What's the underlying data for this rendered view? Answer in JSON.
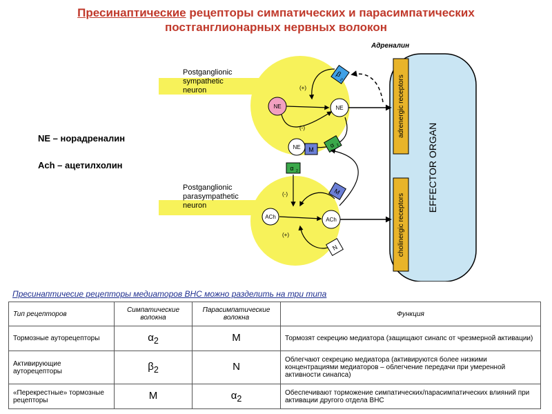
{
  "title": {
    "underlined": "Пресинаптические",
    "rest_line1": " рецепторы симпатических и парасимпатических",
    "line2": "постганглионарных нервных волокон"
  },
  "legend": {
    "ne": "NE – норадреналин",
    "ach": "Ach – ацетилхолин"
  },
  "diagram": {
    "adrenalin": "Адреналин",
    "sym_neuron": [
      "Postganglionic",
      "sympathetic",
      "neuron"
    ],
    "para_neuron": [
      "Postganglionic",
      "parasympathetic",
      "neuron"
    ],
    "adrenergic": "adrenergic receptors",
    "cholinergic": "cholinergic receptors",
    "organ": "EFFECTOR ORGAN",
    "ne": "NE",
    "ach": "ACh",
    "m": "M",
    "n": "N",
    "beta2": "β",
    "alpha2": "α",
    "sub2": "2",
    "plus": "(+)",
    "minus": "(-)"
  },
  "subtitle": "Пресинаптичесие рецепторы медиаторов ВНС  можно разделить на три типа",
  "table": {
    "headers": [
      "Тип рецепторов",
      "Симпатические волокна",
      "Парасимпатические волокна",
      "Функция"
    ],
    "rows": [
      {
        "type": "Тормозные ауторецепторы",
        "symp": "α",
        "symp_sub": "2",
        "para": "M",
        "para_sub": "",
        "func": "Тормозят секрецию медиатора (защищают синапс от чрезмерной активации)"
      },
      {
        "type": "Активирующие ауторецепторы",
        "symp": "β",
        "symp_sub": "2",
        "para": "N",
        "para_sub": "",
        "func": "Облегчают секрецию медиатора (активируются более низкими концентрациями медиаторов – облегчение передачи при умеренной активности синапса)"
      },
      {
        "type": "«Перекрестные» тормозные рецепторы",
        "symp": "M",
        "symp_sub": "",
        "para": "α",
        "para_sub": "2",
        "func": "Обеспечивают торможение симпатических/парасимпатических влияний при активации другого отдела ВНС"
      }
    ]
  }
}
